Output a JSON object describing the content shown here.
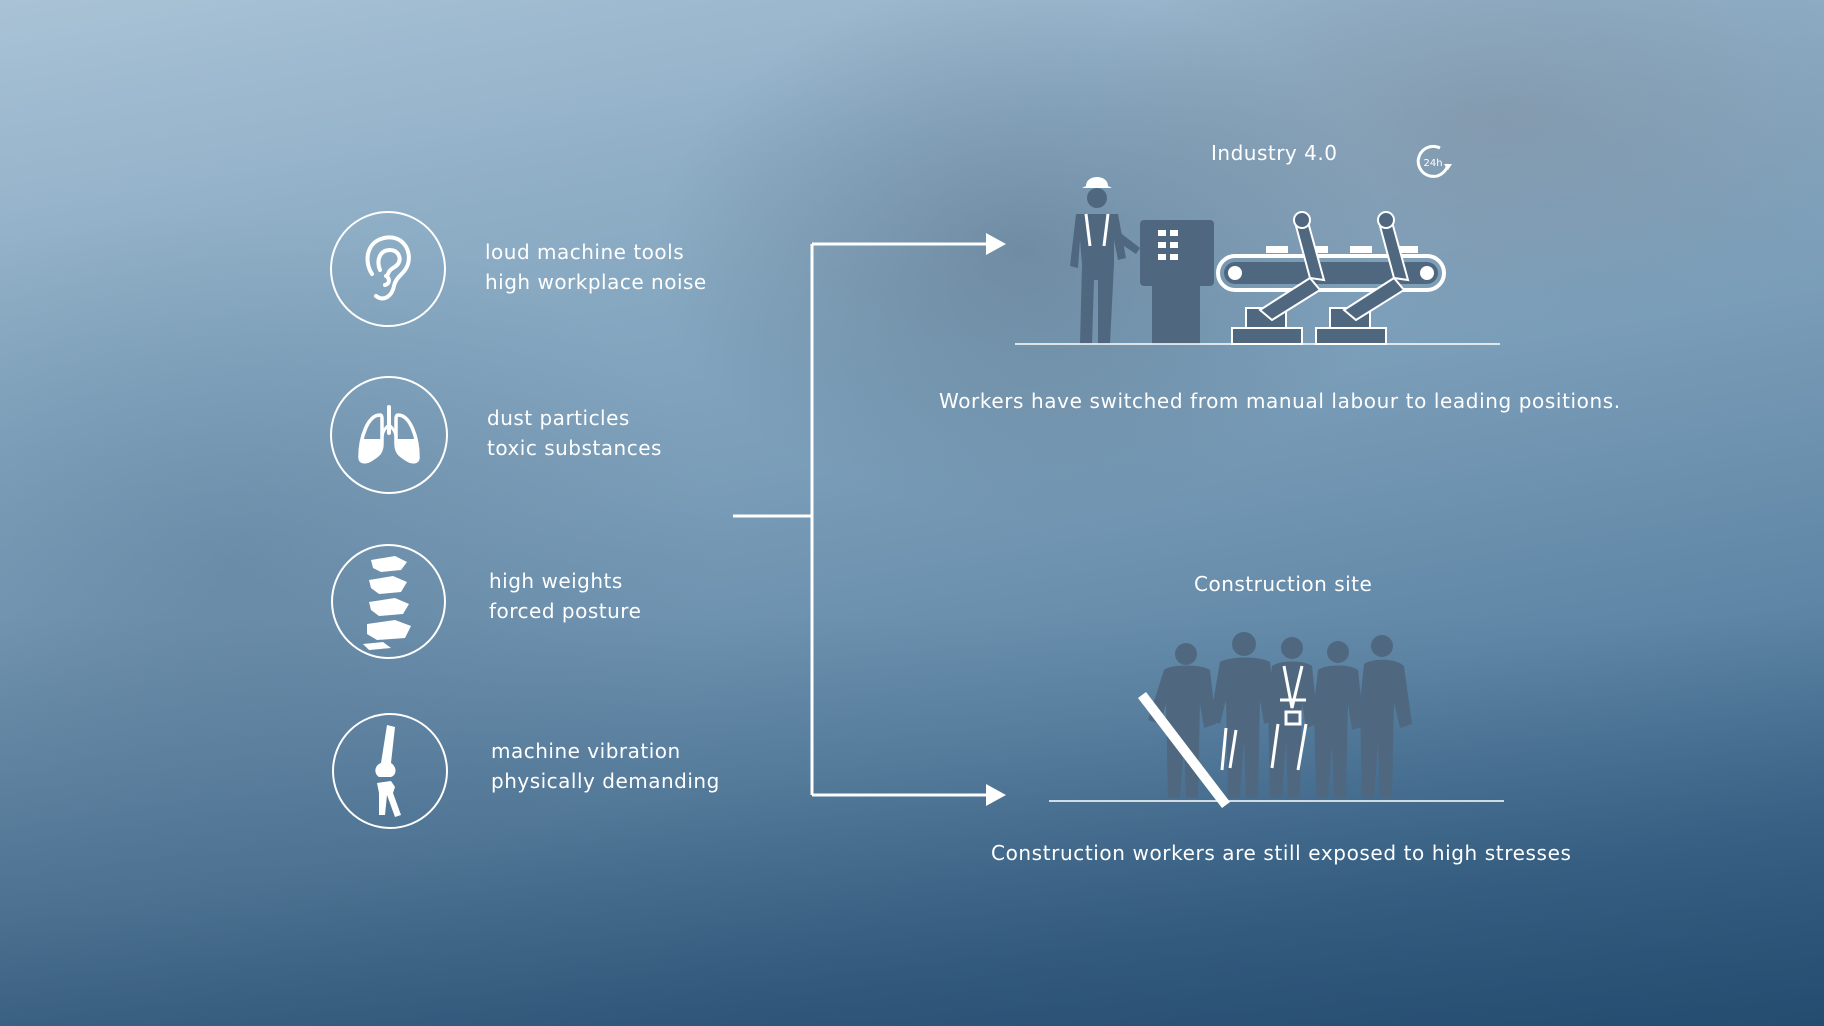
{
  "risks": [
    {
      "icon": "ear-icon",
      "line1": "loud machine tools",
      "line2": "high workplace noise"
    },
    {
      "icon": "lungs-icon",
      "line1": "dust particles",
      "line2": "toxic substances"
    },
    {
      "icon": "spine-icon",
      "line1": "high weights",
      "line2": "forced posture"
    },
    {
      "icon": "knee-joint-icon",
      "line1": "machine vibration",
      "line2": "physically demanding"
    }
  ],
  "industry": {
    "title": "Industry 4.0",
    "badge": "24h",
    "caption": "Workers have switched from manual labour to leading positions."
  },
  "construction": {
    "title": "Construction site",
    "caption": "Construction workers are still exposed to high stresses"
  },
  "colors": {
    "line": "#ffffff",
    "icon_fill": "#4f6880"
  }
}
